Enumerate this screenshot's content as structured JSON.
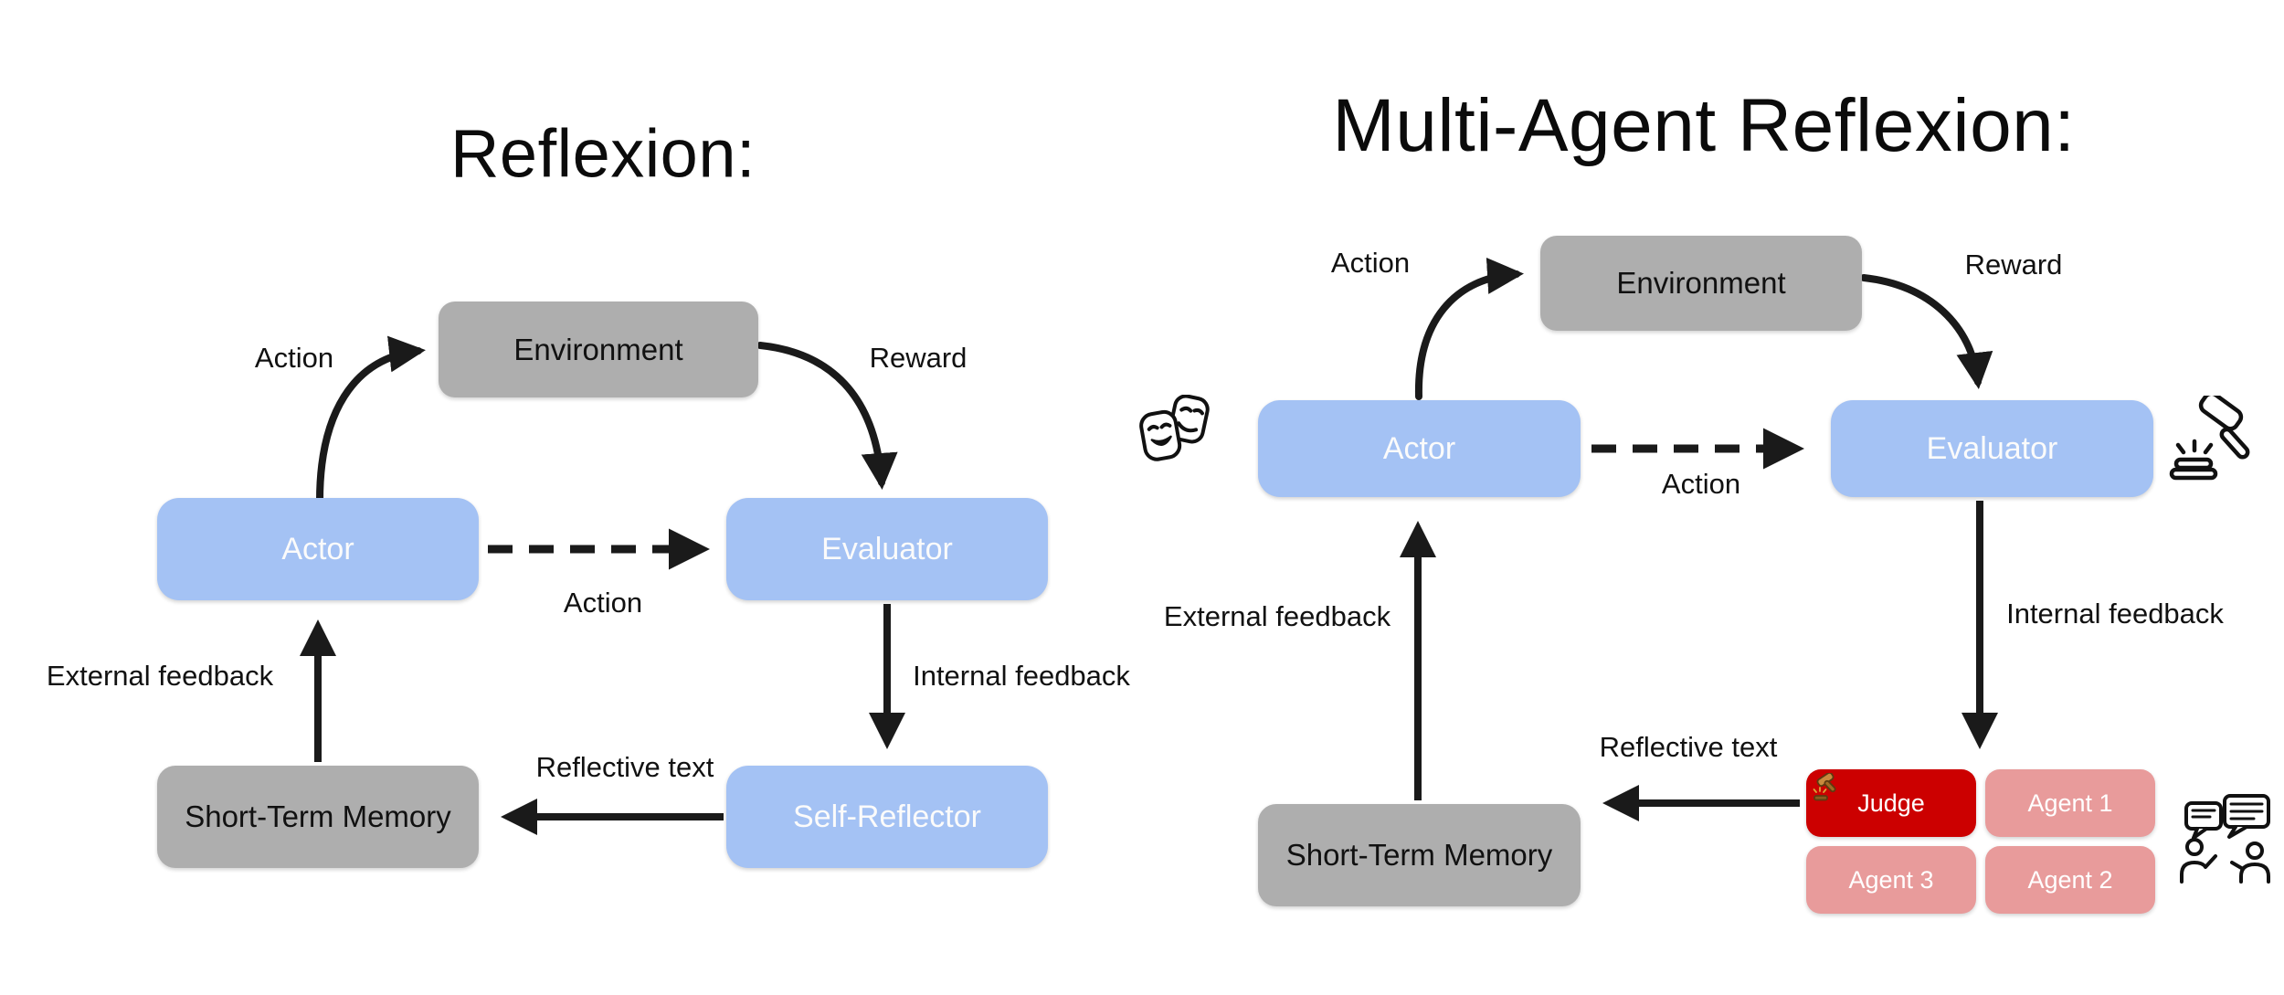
{
  "colors": {
    "background": "#ffffff",
    "node_blue": "#a4c2f4",
    "node_gray": "#aeaeae",
    "node_red": "#cc0000",
    "node_pink": "#e89b9b",
    "arrow": "#1a1a1a",
    "text_dark": "#111111",
    "text_light": "#ffffff"
  },
  "left_diagram": {
    "title": "Reflexion:",
    "nodes": {
      "environment": "Environment",
      "actor": "Actor",
      "evaluator": "Evaluator",
      "short_term_memory": "Short-Term Memory",
      "self_reflector": "Self-Reflector"
    },
    "edge_labels": {
      "action_to_environment": "Action",
      "reward": "Reward",
      "action_to_evaluator": "Action",
      "external_feedback": "External feedback",
      "internal_feedback": "Internal feedback",
      "reflective_text": "Reflective text"
    }
  },
  "right_diagram": {
    "title": "Multi-Agent Reflexion:",
    "nodes": {
      "environment": "Environment",
      "actor": "Actor",
      "evaluator": "Evaluator",
      "short_term_memory": "Short-Term Memory",
      "judge": "Judge",
      "agent_1": "Agent 1",
      "agent_2": "Agent 2",
      "agent_3": "Agent 3"
    },
    "edge_labels": {
      "action_to_environment": "Action",
      "reward": "Reward",
      "action_to_evaluator": "Action",
      "external_feedback": "External feedback",
      "internal_feedback": "Internal feedback",
      "reflective_text": "Reflective text"
    },
    "icons": {
      "theater_masks": "theater-masks-icon",
      "gavel": "gavel-icon",
      "judge_gavel": "judge-gavel-icon",
      "discussion": "discussion-icon"
    }
  }
}
